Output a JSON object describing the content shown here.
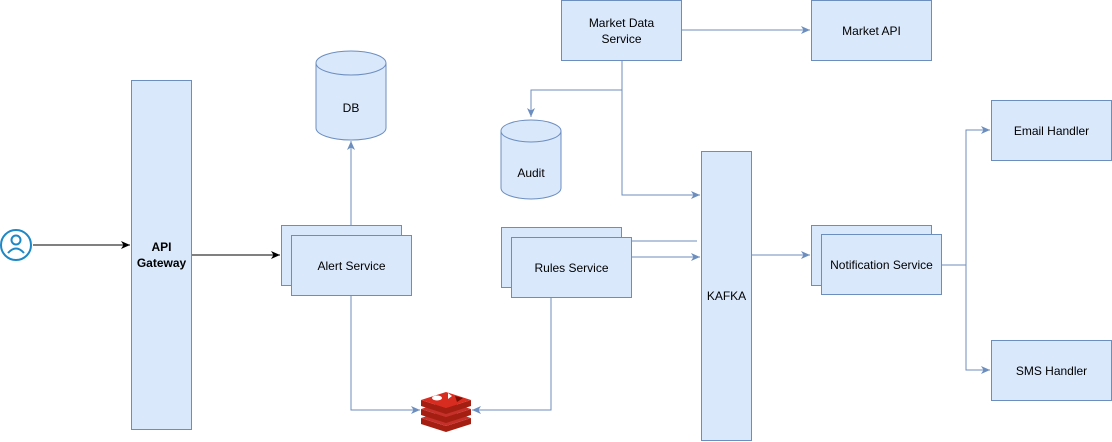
{
  "diagram": {
    "nodes": {
      "api_gateway": "API\nGateway",
      "db": "DB",
      "alert_service": "Alert Service",
      "market_data_service": "Market Data\nService",
      "market_api": "Market API",
      "audit": "Audit",
      "rules_service": "Rules Service",
      "kafka": "KAFKA",
      "notification_service": "Notification Service",
      "email_handler": "Email Handler",
      "sms_handler": "SMS Handler"
    },
    "icons": {
      "user": "user-icon",
      "cache": "redis-cache-icon"
    },
    "colors": {
      "node_fill": "#dae8fc",
      "node_stroke": "#6c8ebf",
      "edge_blue": "#6c8ebf",
      "edge_black": "#000000",
      "user_icon": "#1e88c7",
      "redis_red": "#c6302b"
    }
  }
}
